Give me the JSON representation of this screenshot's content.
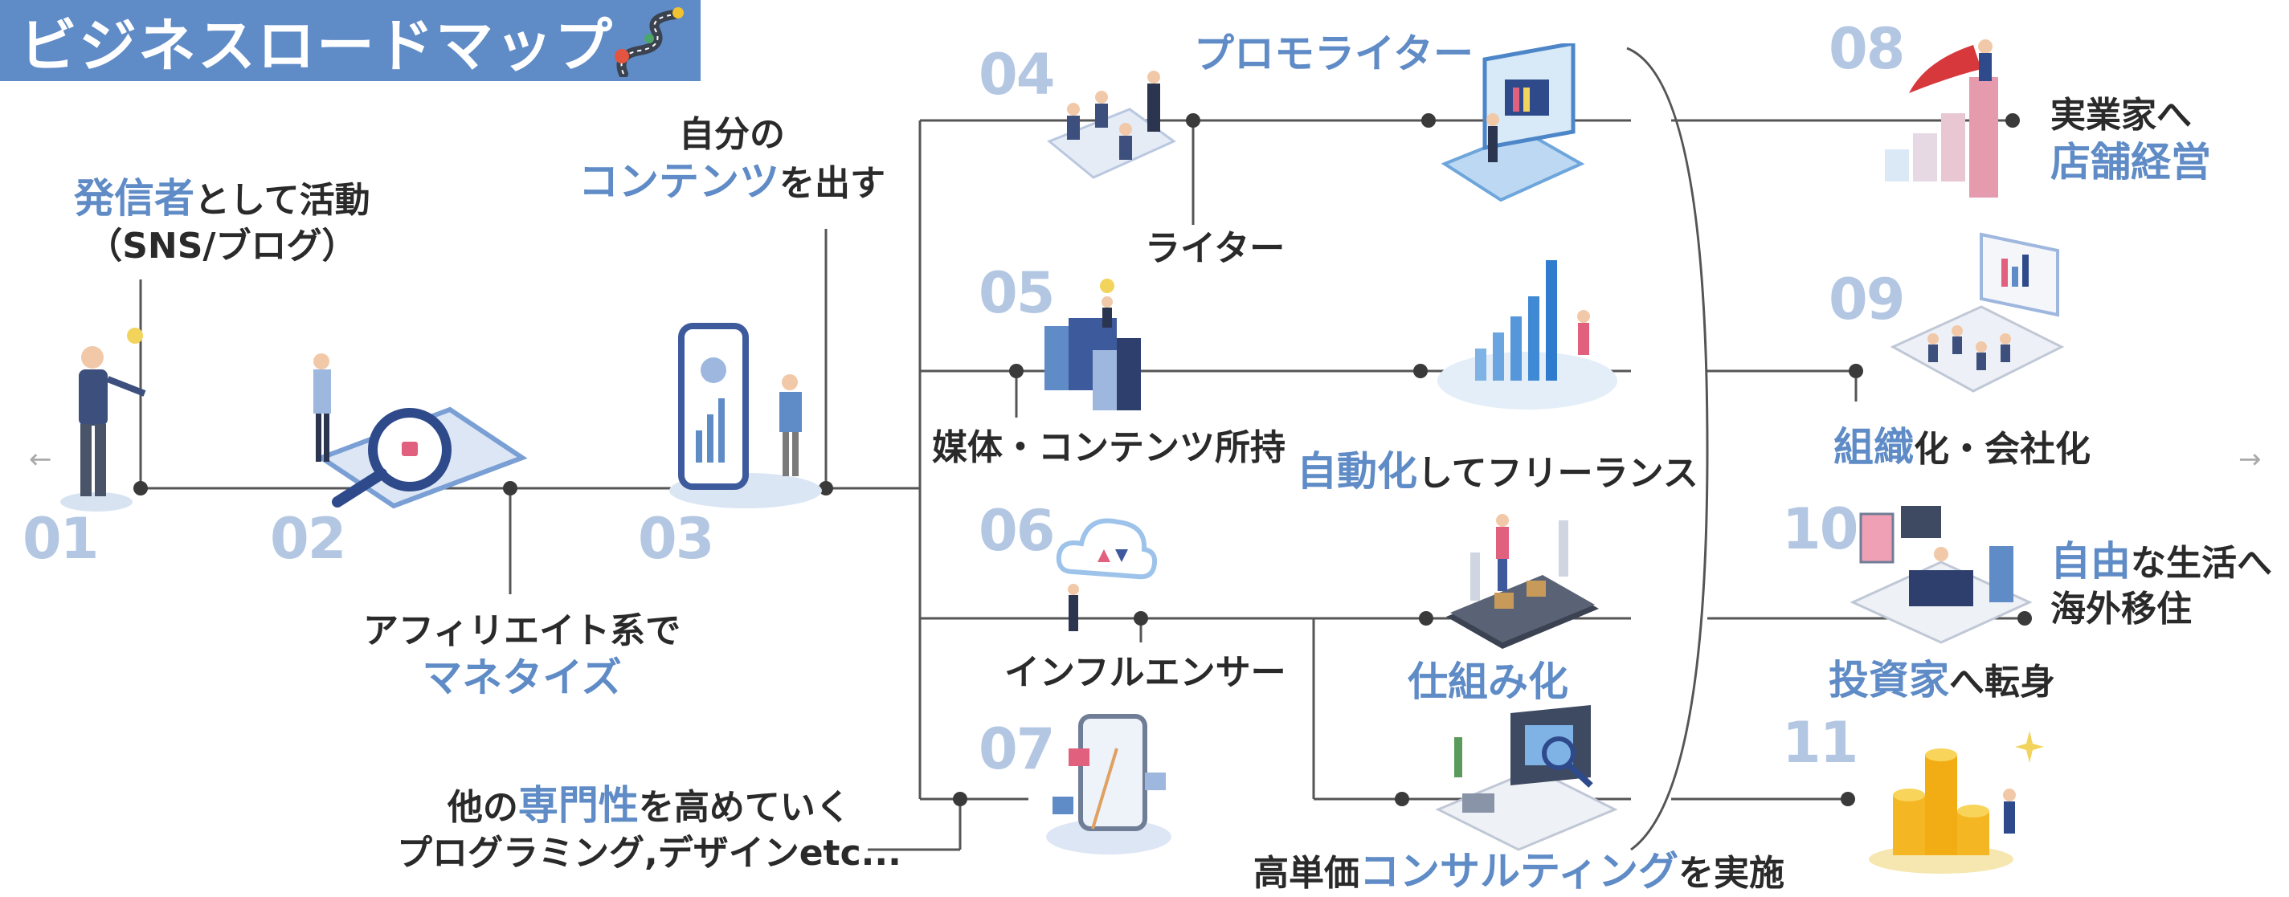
{
  "title": "ビジネスロードマップ",
  "colors": {
    "accent": "#5f8bc6",
    "number": "#b3c7e3",
    "line": "#555555",
    "text": "#2a2a2a"
  },
  "nav": {
    "prev": "←",
    "next": "→"
  },
  "steps": {
    "s01": {
      "num": "01",
      "hl": "発信者",
      "text": "として活動",
      "sub": "（SNS/ブログ）"
    },
    "s02": {
      "num": "02",
      "pre": "アフィリエイト系で",
      "hl": "マネタイズ"
    },
    "s03": {
      "num": "03",
      "top": "自分の",
      "hl": "コンテンツ",
      "text": "を出す"
    },
    "s04": {
      "num": "04",
      "label": "ライター",
      "branch_hl": "プロモライター"
    },
    "s05": {
      "num": "05",
      "label": "媒体・コンテンツ所持",
      "branch_hl": "自動化",
      "branch_text": "してフリーランス"
    },
    "s06": {
      "num": "06",
      "label": "インフルエンサー",
      "branch_hl": "仕組み化",
      "branch2_pre": "高単価",
      "branch2_hl": "コンサルティング",
      "branch2_text": "を実施"
    },
    "s07": {
      "num": "07",
      "pre": "他の",
      "hl": "専門性",
      "text": "を高めていく",
      "sub": "プログラミング,デザインetc..."
    },
    "s08": {
      "num": "08",
      "text": "実業家へ",
      "hl": "店舗経営"
    },
    "s09": {
      "num": "09",
      "hl": "組織",
      "text": "化・会社化"
    },
    "s10": {
      "num": "10",
      "hl": "自由",
      "text": "な生活へ",
      "sub": "海外移住"
    },
    "s11": {
      "num": "11",
      "hl": "投資家",
      "text": "へ転身"
    }
  },
  "icons": [
    "road-map-icon",
    "businessman-idea-icon",
    "magnifier-lock-icon",
    "smartphone-chart-icon",
    "meeting-icon",
    "books-idea-icon",
    "cloud-upload-icon",
    "app-builder-icon",
    "laptop-books-icon",
    "bar-chart-icon",
    "robot-factory-icon",
    "consulting-desk-icon",
    "growth-hero-icon",
    "seminar-icon",
    "travel-office-icon",
    "gold-coins-icon"
  ]
}
